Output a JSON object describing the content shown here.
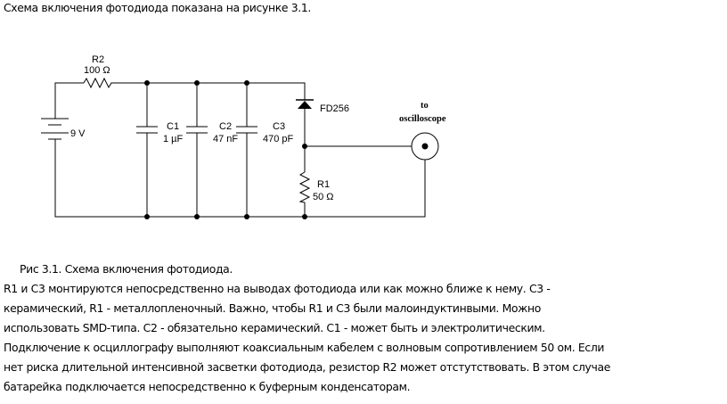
{
  "title": "Схема включения фотодиода показана на рисунке 3.1.",
  "diagram": {
    "r2_name": "R2",
    "r2_value": "100 Ω",
    "battery_value": "9 V",
    "c1_name": "C1",
    "c1_value": "1 µF",
    "c2_name": "C2",
    "c2_value": "47 nF",
    "c3_name": "C3",
    "c3_value": "470 pF",
    "diode_name": "FD256",
    "r1_name": "R1",
    "r1_value": "50 Ω",
    "output_label_1": "to",
    "output_label_2": "oscilloscope"
  },
  "caption": "Рис 3.1. Схема включения фотодиода.",
  "paragraph_lines": [
    "R1 и C3 монтируются непосредственно на выводах фотодиода или как можно ближе к нему. C3 -",
    "керамический, R1 - металлопленочный. Важно, чтобы R1 и C3 были малоиндуктинвыми. Можно",
    "использовать SMD-типа. C2 - обязательно керамический. C1 - может быть и электролитическим.",
    "Подключение к осциллографу выполняют коаксиальным кабелем с волновым сопротивлением 50 ом. Если",
    "нет риска длительной интенсивной засветки фотодиода, резистор R2 может отстутствовать. В этом случае",
    "батарейка подключается непосредственно к буферным конденсаторам."
  ]
}
